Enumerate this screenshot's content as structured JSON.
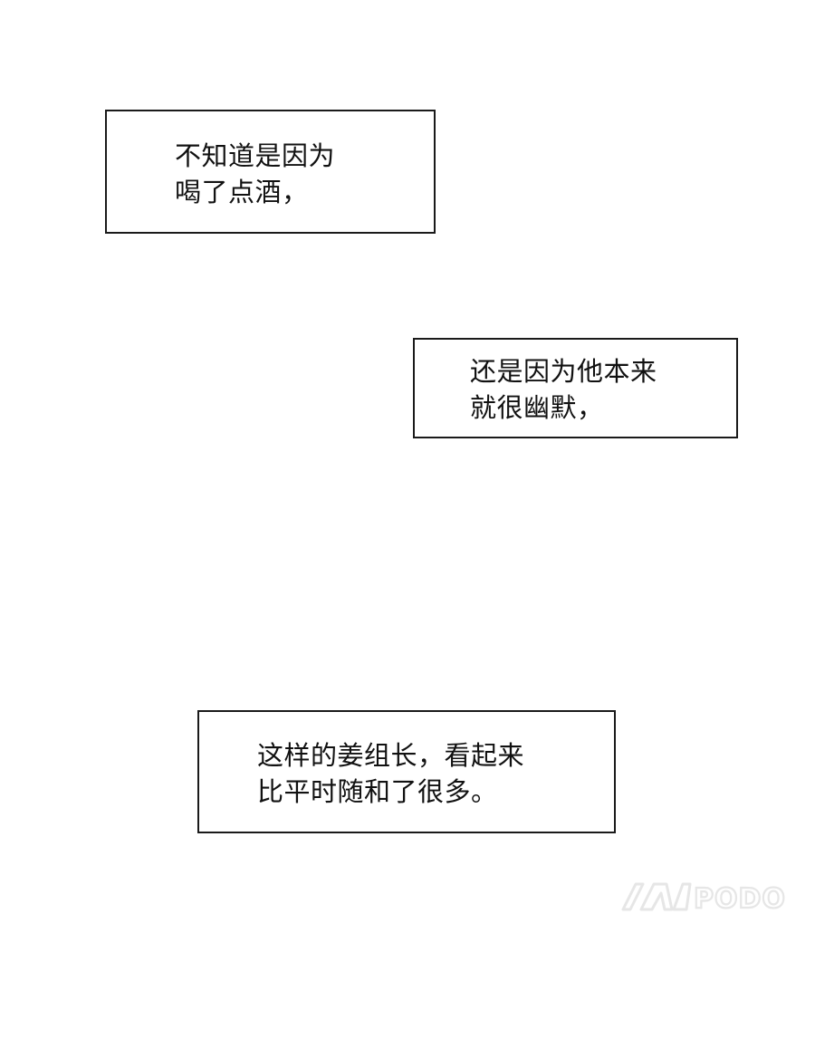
{
  "captions": [
    {
      "lines": [
        "不知道是因为",
        "喝了点酒，"
      ]
    },
    {
      "lines": [
        "还是因为他本来",
        "就很幽默，"
      ]
    },
    {
      "lines": [
        "这样的姜组长，看起来",
        "比平时随和了很多。"
      ]
    }
  ],
  "watermark": {
    "text": "PODO",
    "color": "#e6e6e6"
  }
}
